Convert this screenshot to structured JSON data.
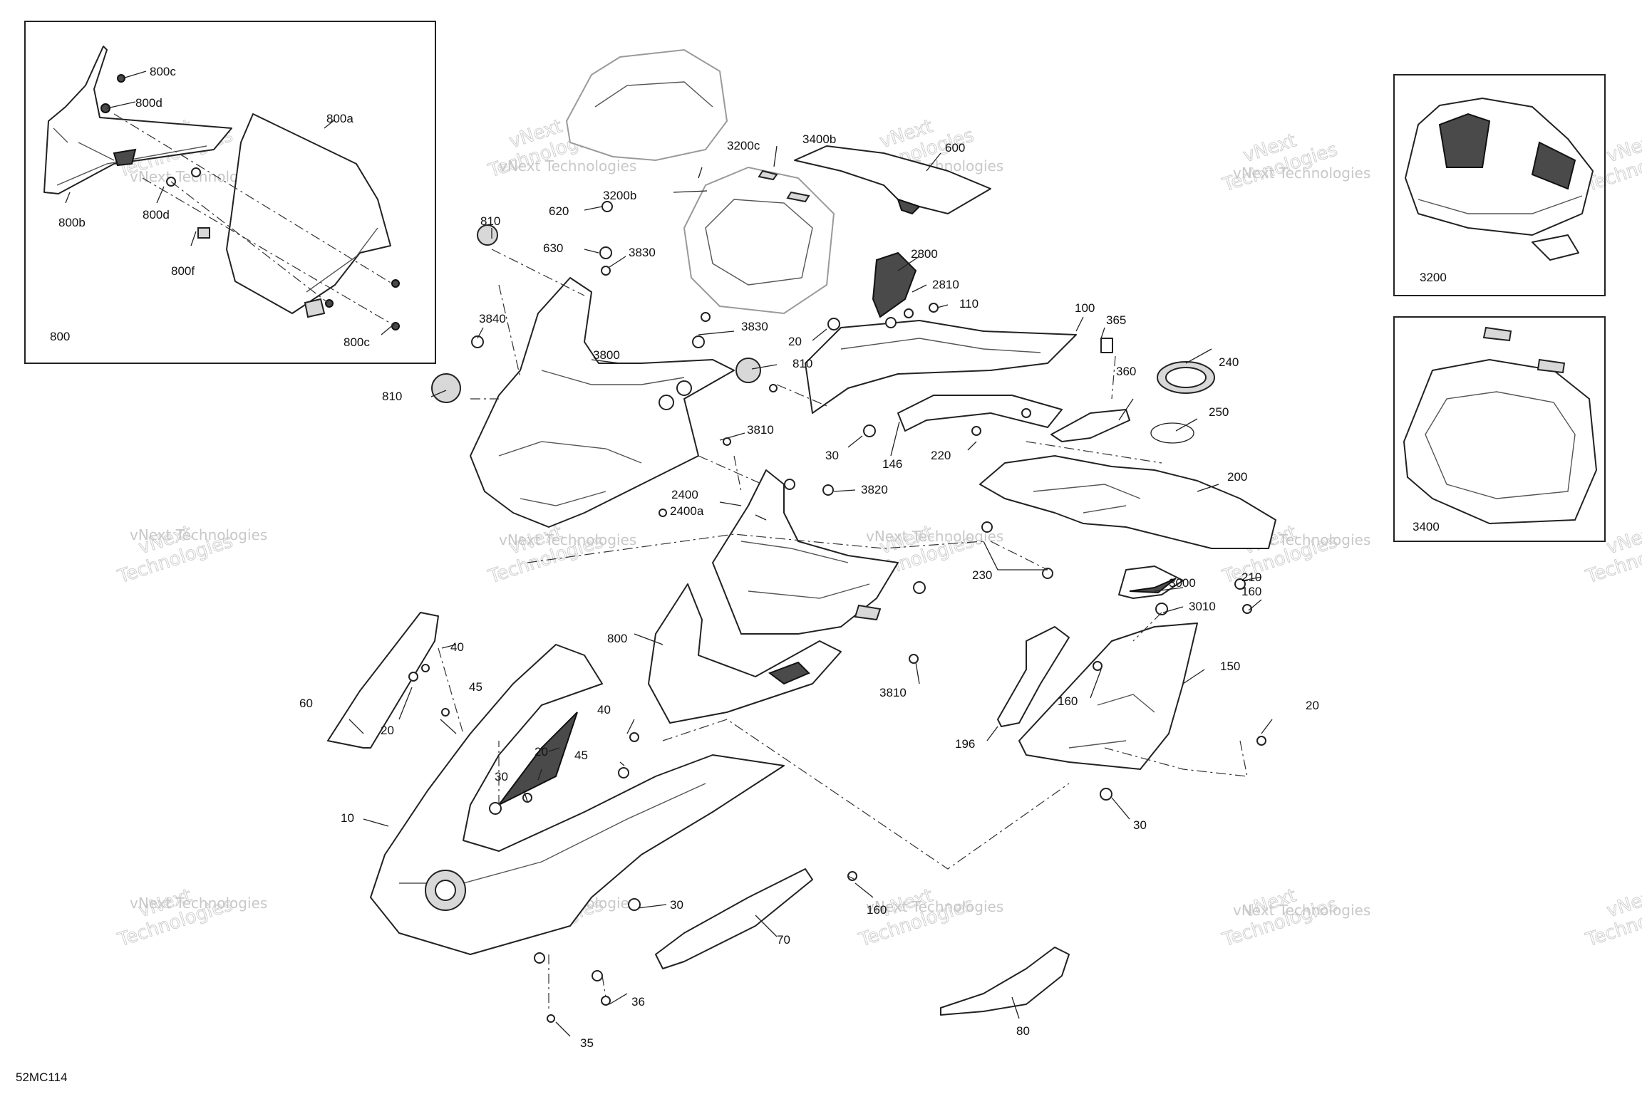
{
  "diagram_code": "52MC114",
  "watermark": {
    "line1": "vNext",
    "line2": "Technologies",
    "small": "vNext Technologies"
  },
  "insets": {
    "left": "800",
    "right_top": "3200",
    "right_bottom": "3400"
  },
  "labels": {
    "l800c_a": "800c",
    "l800d_a": "800d",
    "l800a": "800a",
    "l800b": "800b",
    "l800d_b": "800d",
    "l800f": "800f",
    "l800c_b": "800c",
    "l3200c": "3200c",
    "l3400b": "3400b",
    "l600": "600",
    "l3200b": "3200b",
    "l810_a": "810",
    "l620": "620",
    "l630": "630",
    "l3830_a": "3830",
    "l2800": "2800",
    "l2810": "2810",
    "l110": "110",
    "l3840": "3840",
    "l3830_b": "3830",
    "l20_a": "20",
    "l100": "100",
    "l365": "365",
    "l3800": "3800",
    "l810_b": "810",
    "l810_c": "810",
    "l240": "240",
    "l360": "360",
    "l250": "250",
    "l3810_a": "3810",
    "l30_a": "30",
    "l146": "146",
    "l220": "220",
    "l2400": "2400",
    "l2400a": "2400a",
    "l3820": "3820",
    "l200": "200",
    "l230": "230",
    "l3000": "3000",
    "l210": "210",
    "l3010": "3010",
    "l160_a": "160",
    "l800_main": "800",
    "l3810_b": "3810",
    "l150": "150",
    "l160_b": "160",
    "l196": "196",
    "l40_a": "40",
    "l45_a": "45",
    "l60": "60",
    "l20_b": "20",
    "l40_b": "40",
    "l20_c": "20",
    "l45_b": "45",
    "l30_b": "30",
    "l10": "10",
    "l20_d": "20",
    "l30_c": "30",
    "l30_d": "30",
    "l160_c": "160",
    "l70": "70",
    "l36": "36",
    "l35": "35",
    "l80": "80"
  }
}
